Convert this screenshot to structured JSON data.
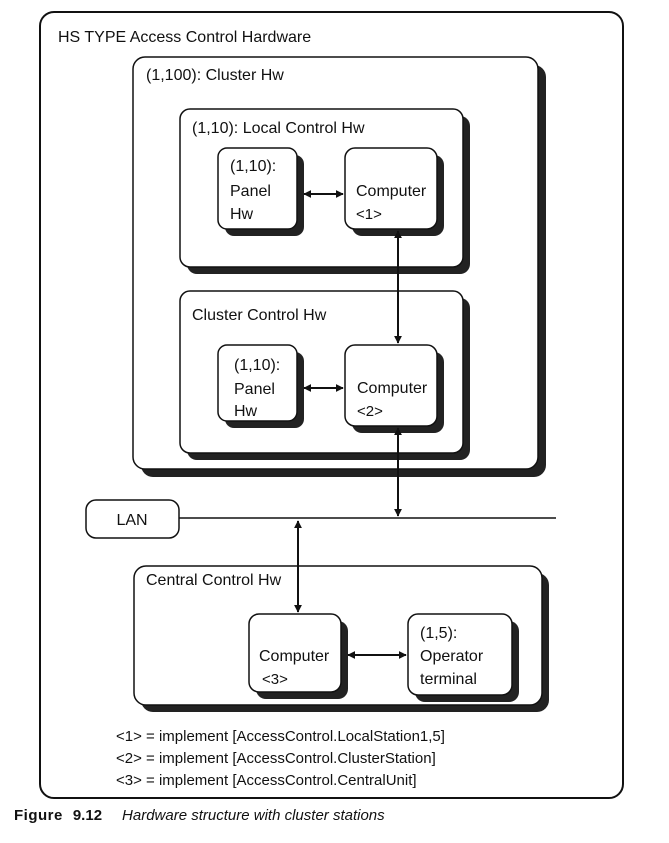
{
  "outer": {
    "title": "HS TYPE Access Control Hardware"
  },
  "cluster_hw": {
    "label": "(1,100):  Cluster Hw"
  },
  "local_control_hw": {
    "label": "(1,10): Local Control Hw",
    "panel": {
      "line1": "(1,10):",
      "line2": "Panel",
      "line3": "Hw"
    },
    "computer": {
      "label": "Computer",
      "ref": "<1>"
    }
  },
  "cluster_control_hw": {
    "label": "Cluster Control Hw",
    "panel": {
      "line1": "(1,10):",
      "line2": "Panel",
      "line3": "Hw"
    },
    "computer": {
      "label": "Computer",
      "ref": "<2>"
    }
  },
  "lan": {
    "label": "LAN"
  },
  "central_control_hw": {
    "label": "Central Control Hw",
    "computer": {
      "label": "Computer",
      "ref": "<3>"
    },
    "operator_terminal": {
      "line1": "(1,5):",
      "line2": "Operator",
      "line3": "terminal"
    }
  },
  "legend": [
    "<1> = implement [AccessControl.LocalStation1,5]",
    "<2> = implement [AccessControl.ClusterStation]",
    "<3> = implement [AccessControl.CentralUnit]"
  ],
  "caption": {
    "figure": "Figure",
    "number": "9.12",
    "text": "Hardware structure with cluster stations"
  }
}
